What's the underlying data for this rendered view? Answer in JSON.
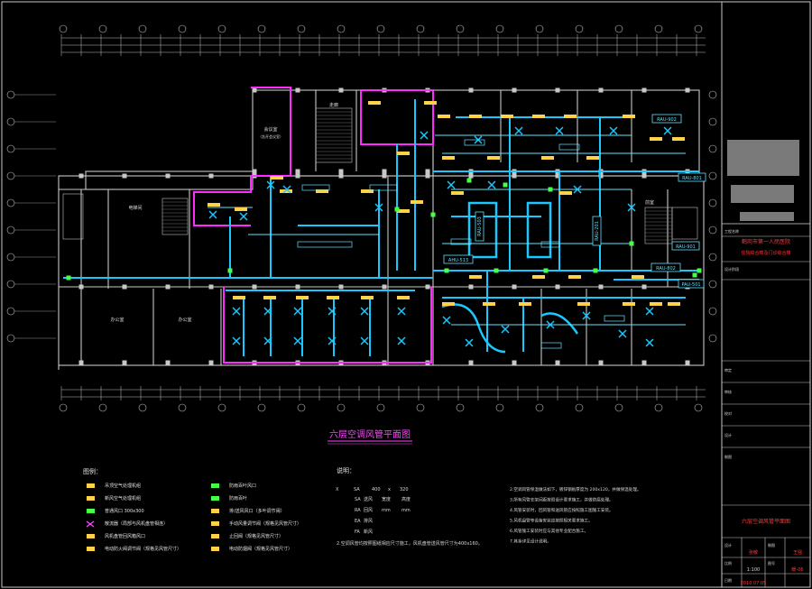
{
  "drawing": {
    "plan_title": "六层空调风管平面图",
    "legend_heading": "图例：",
    "notes_heading": "说明：",
    "legend_items": [
      {
        "text": "吊顶空气处理机组",
        "color": "#ffd24a"
      },
      {
        "text": "新风空气处理机组",
        "color": "#ffd24a"
      },
      {
        "text": "普通风口 300x300",
        "color": "#48ff48"
      },
      {
        "text": "散流器（局部与风机盘管相连）",
        "color": "#ff44ff"
      },
      {
        "text": "风机盘管回风箱风口",
        "color": "#ffd24a"
      },
      {
        "text": "电动防火阀调节阀（规格见风管尺寸）",
        "color": "#ffd24a"
      },
      {
        "text": "防雨百叶风口",
        "color": "#48ff48"
      },
      {
        "text": "防雨百叶",
        "color": "#48ff48"
      },
      {
        "text": "排/送风风口（多叶调节阀）",
        "color": "#ffd24a"
      },
      {
        "text": "手动风量调节阀（规格见风管尺寸）",
        "color": "#ffd24a"
      },
      {
        "text": "止回阀（规格见风管尺寸）",
        "color": "#ffd24a"
      },
      {
        "text": "电动防烟阀（规格见风管尺寸）",
        "color": "#ffd24a"
      }
    ],
    "duct_spec": [
      "X",
      "SA",
      "400",
      "x",
      "320"
    ],
    "duct_spec_rows": [
      {
        "code": "SA",
        "a": "送风",
        "b": "宽度",
        "c": "高度"
      },
      {
        "code": "RA",
        "a": "回风",
        "b": "mm",
        "c": "mm"
      },
      {
        "code": "EA",
        "a": "排风",
        "b": "",
        "c": ""
      },
      {
        "code": "FA",
        "a": "新风",
        "b": "",
        "c": ""
      }
    ],
    "note_bottom": "2.空调风管均按照图纸相应尺寸施工，风机盘管送风管尺寸为400x160。",
    "notes_right": [
      "2.空调风管保温做法如下，镀锌钢板厚度为 200x120，并做保温处理。",
      "3.所有风管支架间距按照设计要求施工，并做防腐处理。",
      "4.风管安装时，回风管和送风管应按照施工图施工安装。",
      "5.风机盘管等设备安装应按照相关要求施工。",
      "6.风管施工安装时应与其他专业配合施工。",
      "7.其余详见设计说明。"
    ],
    "unit_labels": [
      "RAU-902",
      "RAU-801",
      "AHU-513",
      "RAU-901",
      "RAU-802",
      "PAU-501",
      "RAU-503",
      "RAU-201"
    ],
    "room_labels": [
      {
        "text": "会议室",
        "sub": "（含开会议室）"
      },
      {
        "text": "走廊",
        "sub": ""
      },
      {
        "text": "电梯间",
        "sub": ""
      },
      {
        "text": "办公室",
        "sub": ""
      },
      {
        "text": "办公室",
        "sub": ""
      },
      {
        "text": "前室",
        "sub": ""
      }
    ]
  },
  "title_block": {
    "field_labels": [
      "工程名称",
      "设计阶段",
      "审定",
      "审核",
      "校对",
      "设计",
      "制图"
    ],
    "project_name": "鹤岗市第一人民医院",
    "project_sub": "住院综合楼及门诊综合楼",
    "drawing_name": "六层空调风管平面图",
    "label_number": "图号",
    "number": "暖-06",
    "label_scale": "比例",
    "scale": "1:100",
    "label_date": "日期",
    "date": "2010.07.05",
    "label_designer": "设计",
    "designer": "张敏",
    "label_drawer": "制图",
    "drawer": "王强"
  },
  "colors": {
    "duct": "#19c8ff",
    "fan_coil": "#ffd24a",
    "boundary": "#ff2cff",
    "wall": "#c8c8c8",
    "green": "#48ff48",
    "title_red": "#ff3b3b",
    "title_magenta": "#ff44ff"
  }
}
